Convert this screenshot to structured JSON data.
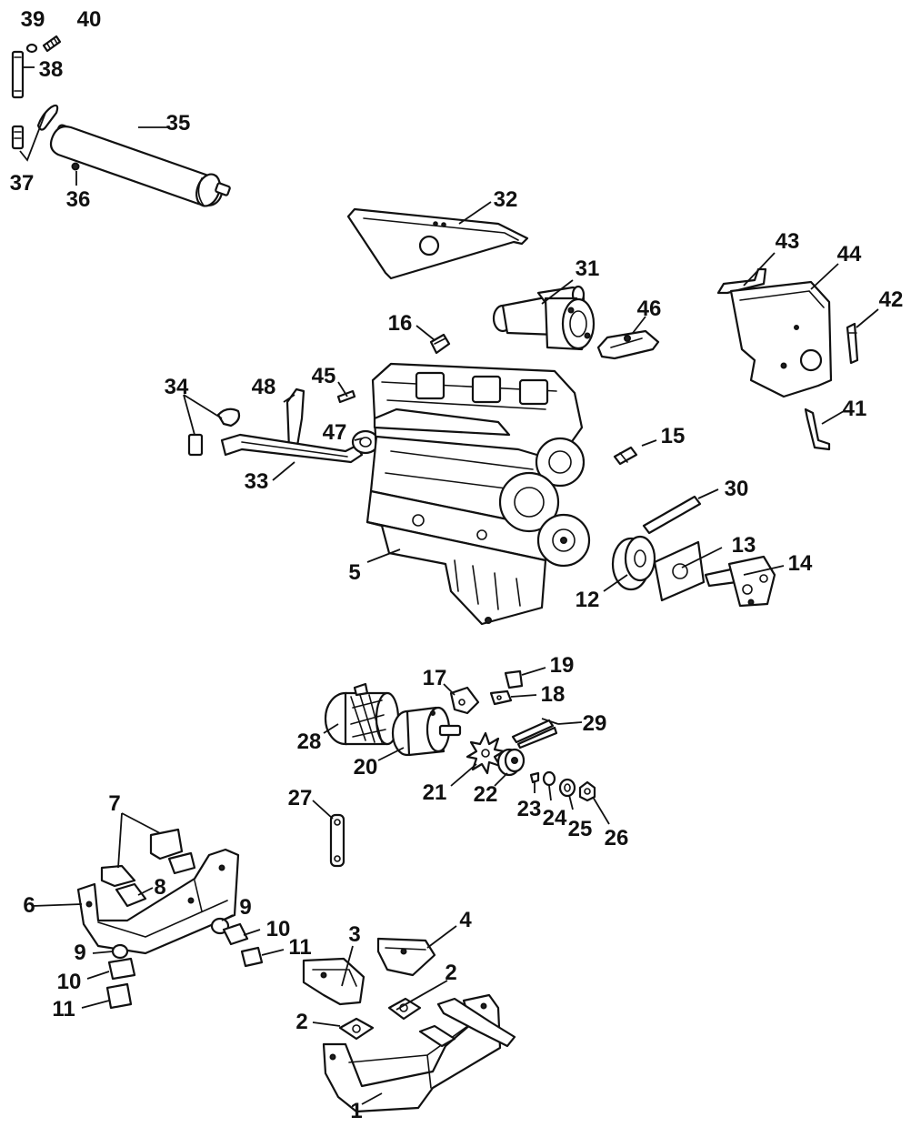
{
  "callouts": [
    {
      "id": "p1",
      "label": "1"
    },
    {
      "id": "p2a",
      "label": "2"
    },
    {
      "id": "p2b",
      "label": "2"
    },
    {
      "id": "p3",
      "label": "3"
    },
    {
      "id": "p4",
      "label": "4"
    },
    {
      "id": "p5",
      "label": "5"
    },
    {
      "id": "p6",
      "label": "6"
    },
    {
      "id": "p7",
      "label": "7"
    },
    {
      "id": "p8",
      "label": "8"
    },
    {
      "id": "p9a",
      "label": "9"
    },
    {
      "id": "p9b",
      "label": "9"
    },
    {
      "id": "p10a",
      "label": "10"
    },
    {
      "id": "p10b",
      "label": "10"
    },
    {
      "id": "p11a",
      "label": "11"
    },
    {
      "id": "p11b",
      "label": "11"
    },
    {
      "id": "p12",
      "label": "12"
    },
    {
      "id": "p13",
      "label": "13"
    },
    {
      "id": "p14",
      "label": "14"
    },
    {
      "id": "p15",
      "label": "15"
    },
    {
      "id": "p16",
      "label": "16"
    },
    {
      "id": "p17",
      "label": "17"
    },
    {
      "id": "p18",
      "label": "18"
    },
    {
      "id": "p19",
      "label": "19"
    },
    {
      "id": "p20",
      "label": "20"
    },
    {
      "id": "p21",
      "label": "21"
    },
    {
      "id": "p22",
      "label": "22"
    },
    {
      "id": "p23",
      "label": "23"
    },
    {
      "id": "p24",
      "label": "24"
    },
    {
      "id": "p25",
      "label": "25"
    },
    {
      "id": "p26",
      "label": "26"
    },
    {
      "id": "p27",
      "label": "27"
    },
    {
      "id": "p28",
      "label": "28"
    },
    {
      "id": "p29",
      "label": "29"
    },
    {
      "id": "p30",
      "label": "30"
    },
    {
      "id": "p31",
      "label": "31"
    },
    {
      "id": "p32",
      "label": "32"
    },
    {
      "id": "p33",
      "label": "33"
    },
    {
      "id": "p34",
      "label": "34"
    },
    {
      "id": "p35",
      "label": "35"
    },
    {
      "id": "p36",
      "label": "36"
    },
    {
      "id": "p37",
      "label": "37"
    },
    {
      "id": "p38",
      "label": "38"
    },
    {
      "id": "p39",
      "label": "39"
    },
    {
      "id": "p40",
      "label": "40"
    },
    {
      "id": "p41",
      "label": "41"
    },
    {
      "id": "p42",
      "label": "42"
    },
    {
      "id": "p43",
      "label": "43"
    },
    {
      "id": "p44",
      "label": "44"
    },
    {
      "id": "p45",
      "label": "45"
    },
    {
      "id": "p46",
      "label": "46"
    },
    {
      "id": "p47",
      "label": "47"
    },
    {
      "id": "p48",
      "label": "48"
    }
  ]
}
